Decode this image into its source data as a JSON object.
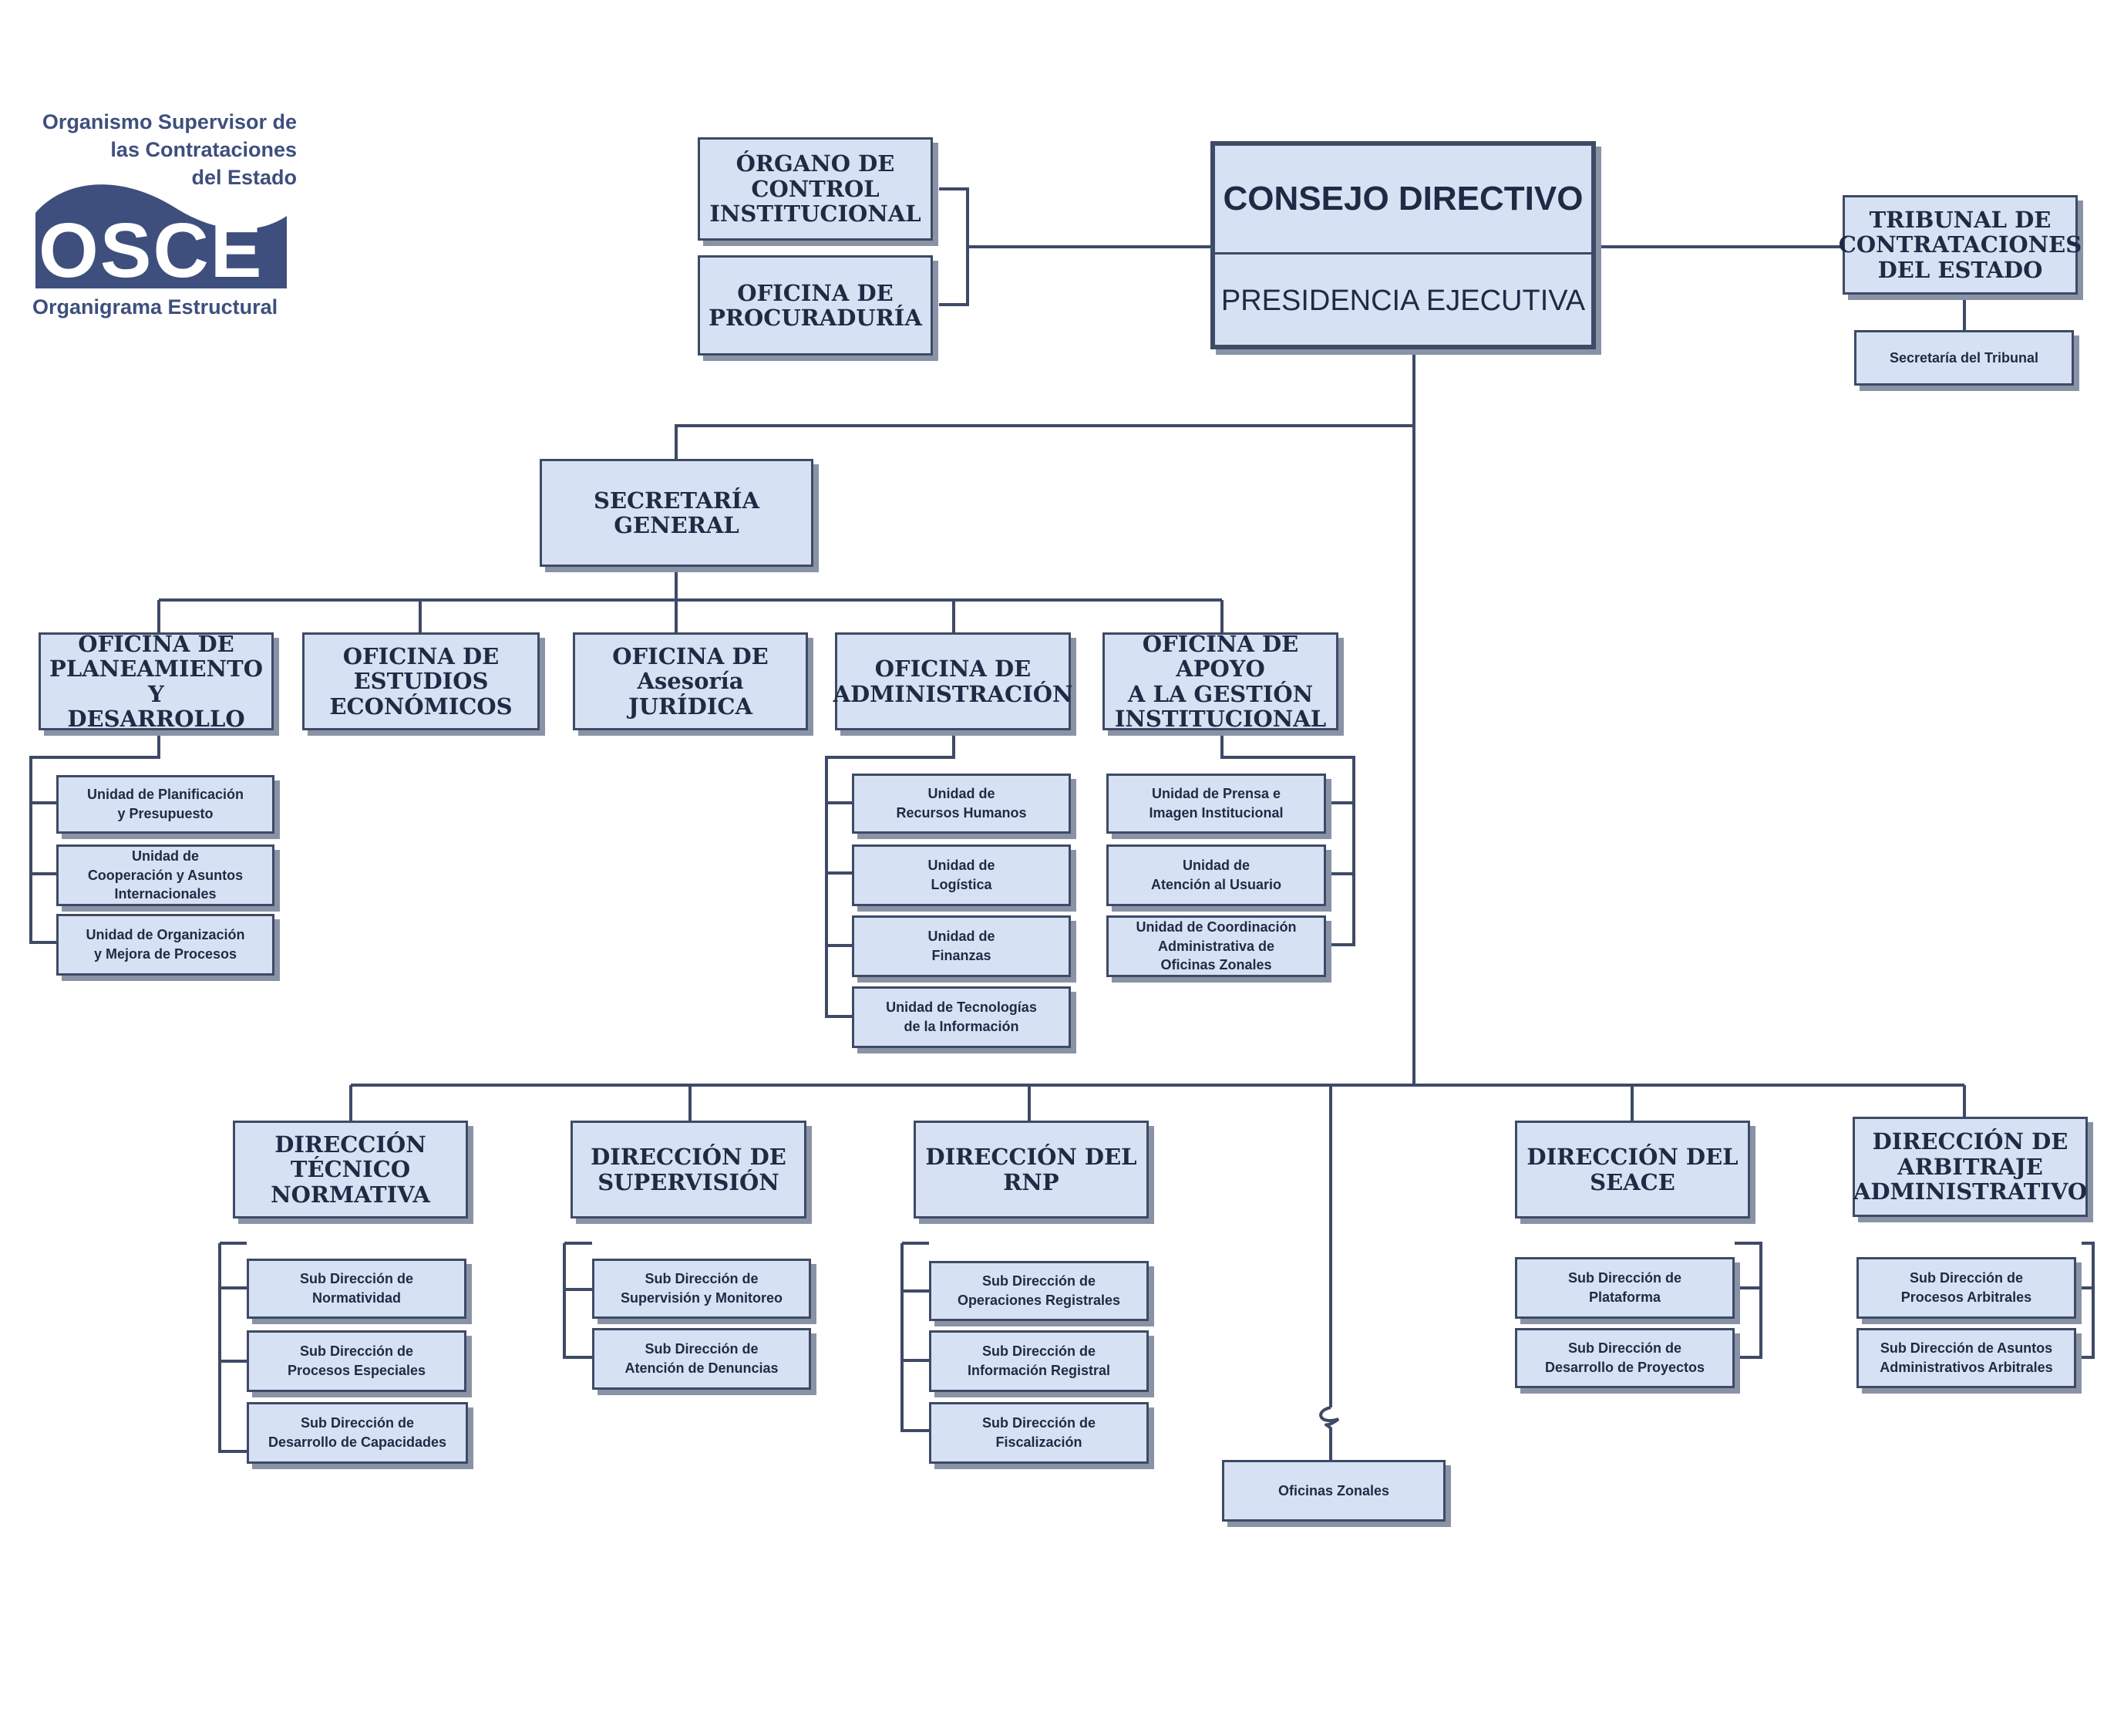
{
  "logo": {
    "line1": "Organismo Supervisor de",
    "line2": "las Contrataciones",
    "line3": "del Estado",
    "acronym": "OSCE",
    "subtitle": "Organigrama Estructural"
  },
  "top": {
    "consejo": "CONSEJO DIRECTIVO",
    "presidencia": "PRESIDENCIA EJECUTIVA",
    "organo_control": "ÓRGANO DE\nCONTROL\nINSTITUCIONAL",
    "procuraduria": "OFICINA DE\nPROCURADURÍA",
    "tribunal": "TRIBUNAL DE\nCONTRATACIONES\nDEL ESTADO",
    "secretaria_tribunal": "Secretaría del Tribunal"
  },
  "secretaria_general": "SECRETARÍA\nGENERAL",
  "oficinas": {
    "planeamiento": {
      "title": "OFICINA DE\nPLANEAMIENTO Y\nDESARROLLO",
      "units": [
        "Unidad de Planificación\ny Presupuesto",
        "Unidad de\nCooperación y Asuntos\nInternacionales",
        "Unidad de Organización\ny Mejora de Procesos"
      ]
    },
    "estudios": {
      "title": "OFICINA DE\nESTUDIOS\nECONÓMICOS"
    },
    "asesoria": {
      "title": "OFICINA DE\nAsesoría\nJURÍDICA"
    },
    "administracion": {
      "title": "OFICINA DE\nADMINISTRACIÓN",
      "units": [
        "Unidad de\nRecursos Humanos",
        "Unidad de\nLogística",
        "Unidad de\nFinanzas",
        "Unidad de Tecnologías\nde la Información"
      ]
    },
    "apoyo": {
      "title": "OFICINA DE APOYO\nA LA GESTIÓN\nINSTITUCIONAL",
      "units": [
        "Unidad de Prensa e\nImagen Institucional",
        "Unidad de\nAtención al Usuario",
        "Unidad de Coordinación\nAdministrativa de\nOficinas Zonales"
      ]
    }
  },
  "direcciones": {
    "tecnico": {
      "title": "DIRECCIÓN\nTÉCNICO\nNORMATIVA",
      "subs": [
        "Sub Dirección de\nNormatividad",
        "Sub Dirección de\nProcesos Especiales",
        "Sub Dirección de\nDesarrollo de Capacidades"
      ]
    },
    "supervision": {
      "title": "DIRECCIÓN DE\nSUPERVISIÓN",
      "subs": [
        "Sub Dirección de\nSupervisión y Monitoreo",
        "Sub Dirección de\nAtención de Denuncias"
      ]
    },
    "rnp": {
      "title": "DIRECCIÓN DEL\nRNP",
      "subs": [
        "Sub Dirección de\nOperaciones Registrales",
        "Sub Dirección de\nInformación Registral",
        "Sub Dirección de\nFiscalización"
      ]
    },
    "seace": {
      "title": "DIRECCIÓN DEL\nSEACE",
      "subs": [
        "Sub Dirección de\nPlataforma",
        "Sub Dirección de\nDesarrollo de Proyectos"
      ]
    },
    "arbitraje": {
      "title": "DIRECCIÓN DE\nARBITRAJE\nADMINISTRATIVO",
      "subs": [
        "Sub Dirección de\nProcesos Arbitrales",
        "Sub Dirección de Asuntos\nAdministrativos Arbitrales"
      ]
    }
  },
  "oficinas_zonales": "Oficinas Zonales"
}
